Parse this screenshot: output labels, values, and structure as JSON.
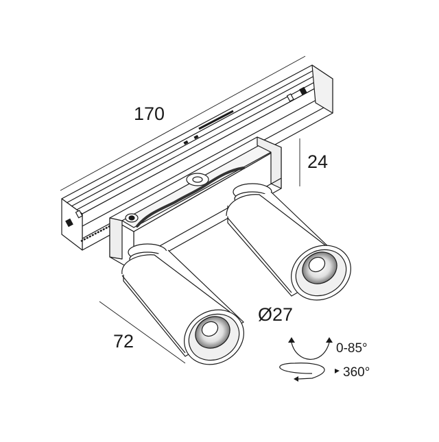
{
  "dimensions": {
    "length": "170",
    "height": "24",
    "depth": "72",
    "diameter": "Ø27"
  },
  "rotation": {
    "tilt": "0-85°",
    "rotate": "360°"
  },
  "colors": {
    "line": "#1a1a1a",
    "cable": "#333333",
    "shade": "#d9d9d9",
    "background": "#ffffff"
  }
}
